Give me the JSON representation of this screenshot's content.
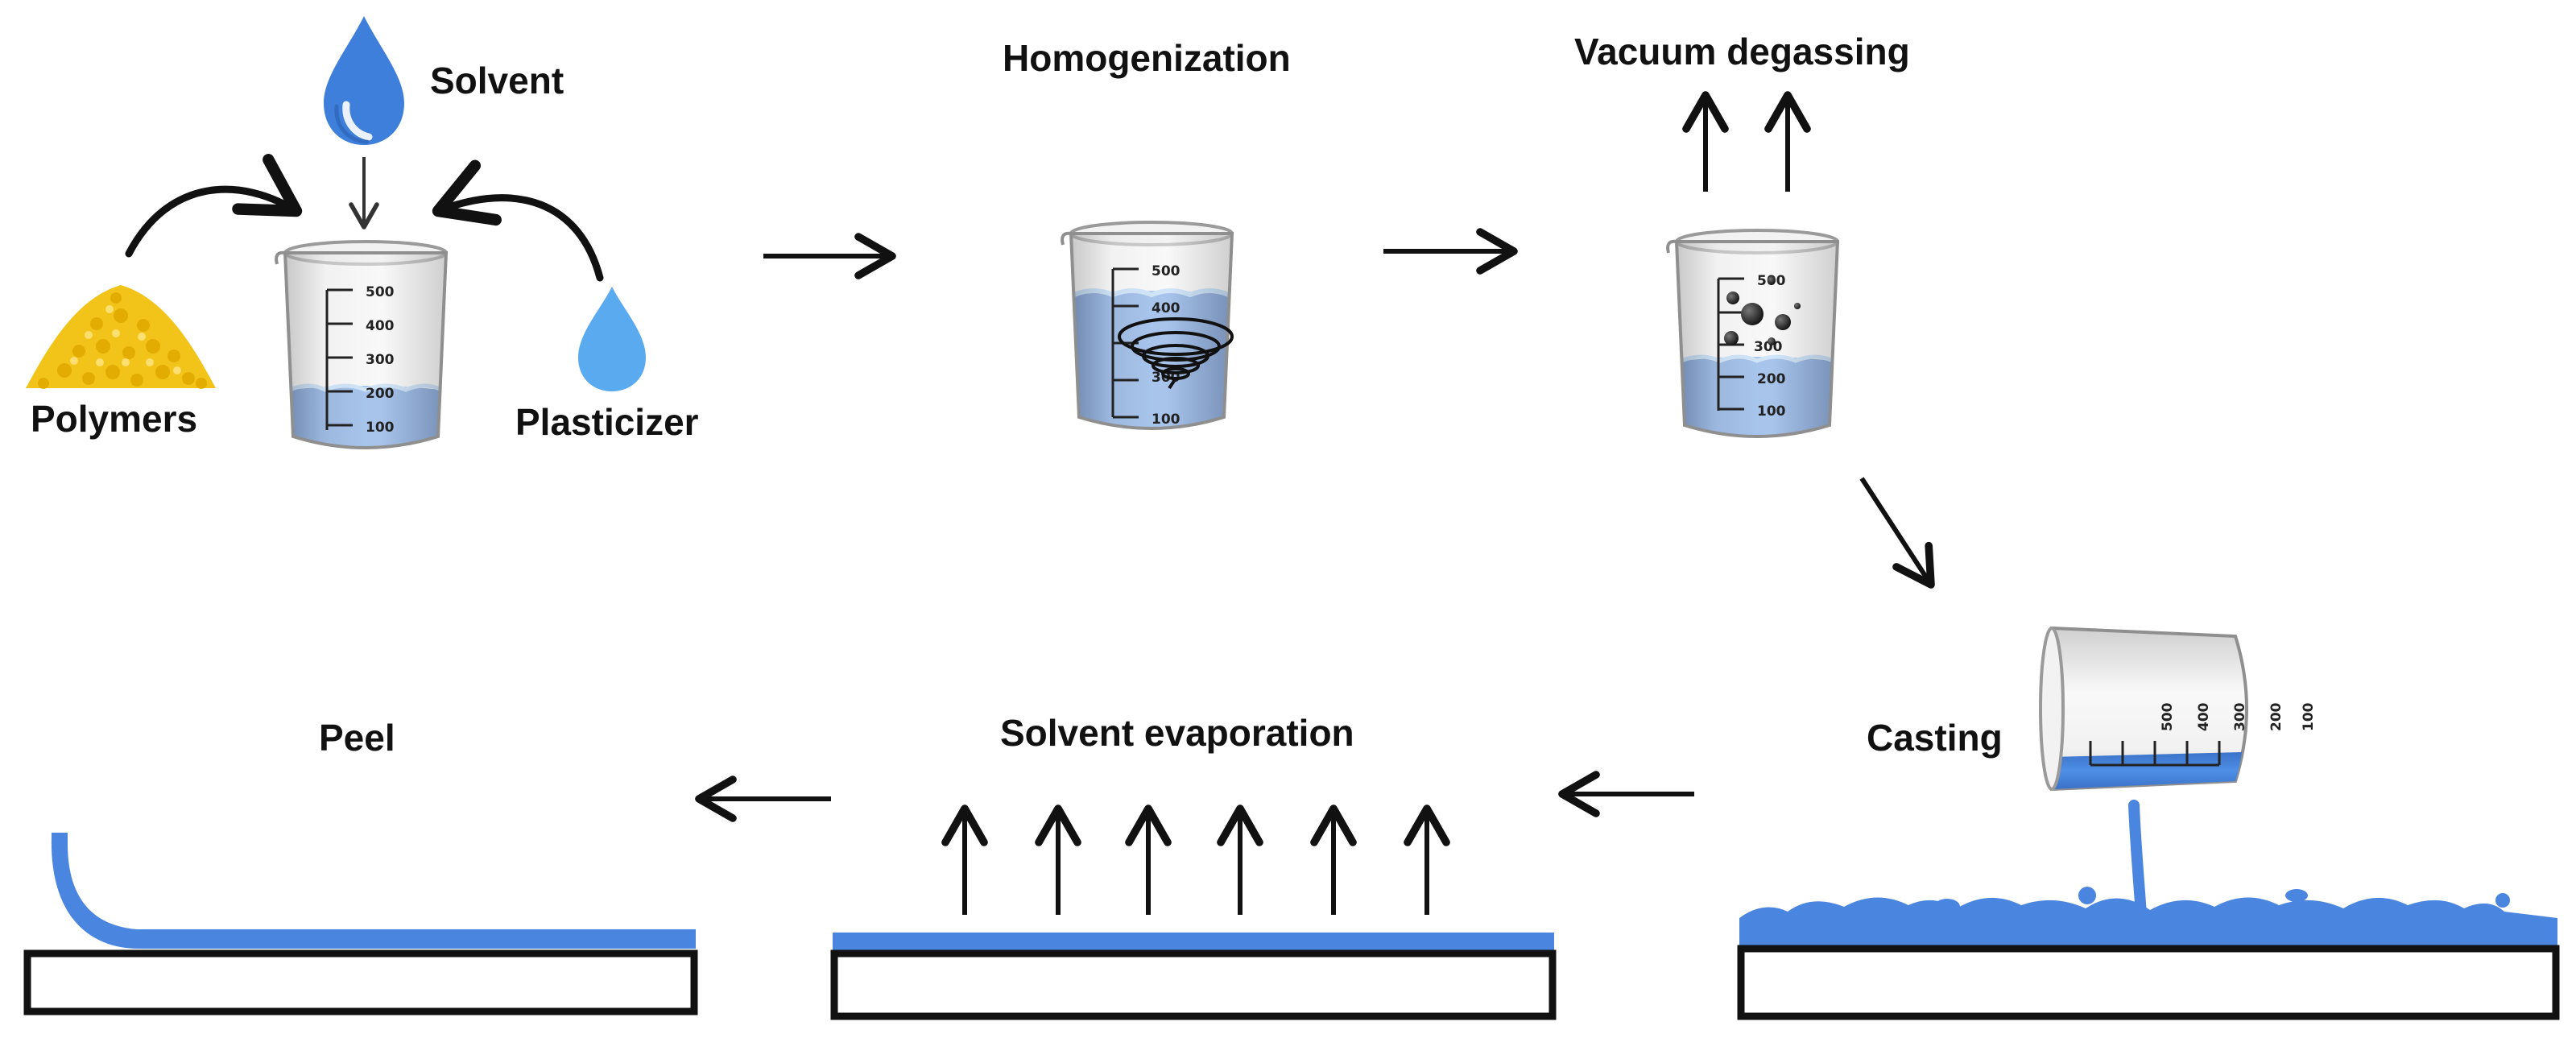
{
  "labels": {
    "solvent": "Solvent",
    "polymers": "Polymers",
    "plasticizer": "Plasticizer",
    "homogenization": "Homogenization",
    "vacuum_degassing": "Vacuum degassing",
    "casting": "Casting",
    "solvent_evaporation": "Solvent evaporation",
    "peel": "Peel"
  },
  "beaker_ticks": [
    "500",
    "400",
    "300",
    "200",
    "100"
  ],
  "colors": {
    "liquid": "#4a86e0",
    "liquid_light": "#8ec0f0",
    "polymer": "#f2c318",
    "arrow": "#111111",
    "substrate_border": "#111111"
  },
  "icons": [
    "water-drop-icon",
    "beaker-icon",
    "vortex-icon",
    "bubble-icon",
    "polymer-pile-icon",
    "film-icon"
  ]
}
